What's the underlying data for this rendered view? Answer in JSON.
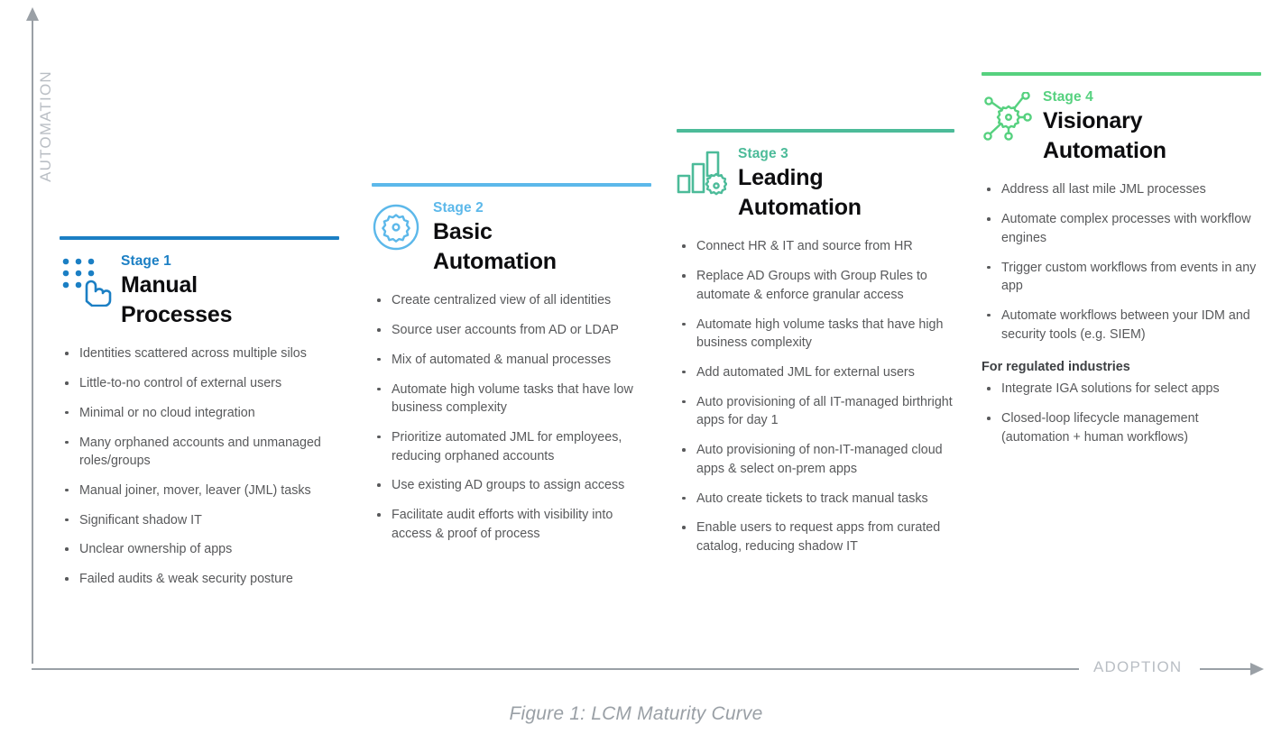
{
  "figure": {
    "caption": "Figure 1: LCM Maturity Curve",
    "y_axis_label": "AUTOMATION",
    "x_axis_label": "ADOPTION"
  },
  "colors": {
    "stage1": "#1b7fc4",
    "stage2": "#5cb8ea",
    "stage3": "#4cbb99",
    "stage4": "#56d17f",
    "axis": "#9aa0a6",
    "axis_label": "#b9bec4",
    "body_text": "#58595b",
    "title_text": "#0d0d0f"
  },
  "chart_data": {
    "type": "diagram",
    "title": "Figure 1: LCM Maturity Curve",
    "xlabel": "ADOPTION",
    "ylabel": "AUTOMATION",
    "stages": [
      {
        "label": "Stage 1",
        "title": "Manual Processes",
        "title_line1": "Manual",
        "title_line2": "Processes",
        "color": "#1b7fc4",
        "icon": "keypad-hand-icon",
        "bullets": [
          "Identities scattered across multiple silos",
          "Little-to-no control of external users",
          "Minimal or no cloud integration",
          "Many orphaned accounts and unmanaged roles/groups",
          "Manual joiner, mover, leaver (JML) tasks",
          "Significant shadow IT",
          "Unclear ownership of apps",
          "Failed audits & weak security posture"
        ]
      },
      {
        "label": "Stage 2",
        "title": "Basic Automation",
        "title_line1": "Basic",
        "title_line2": "Automation",
        "color": "#5cb8ea",
        "icon": "gear-circle-icon",
        "bullets": [
          "Create centralized view of all identities",
          "Source user accounts from AD or LDAP",
          "Mix of automated & manual processes",
          "Automate high volume tasks that have low business complexity",
          "Prioritize automated JML for employees, reducing orphaned accounts",
          "Use existing AD groups to assign access",
          "Facilitate audit efforts with visibility into access & proof of process"
        ]
      },
      {
        "label": "Stage 3",
        "title": "Leading Automation",
        "title_line1": "Leading",
        "title_line2": "Automation",
        "color": "#4cbb99",
        "icon": "bar-chart-gear-icon",
        "bullets": [
          "Connect HR & IT and source from HR",
          "Replace AD Groups with Group Rules to automate & enforce granular access",
          "Automate high volume tasks that have high business complexity",
          "Add automated JML for external users",
          "Auto provisioning of all IT-managed birthright apps for day 1",
          "Auto provisioning of non-IT-managed cloud apps & select on-prem apps",
          "Auto create tickets to track manual tasks",
          "Enable users to request apps from curated catalog, reducing shadow IT"
        ]
      },
      {
        "label": "Stage 4",
        "title": "Visionary Automation",
        "title_line1": "Visionary",
        "title_line2": "Automation",
        "color": "#56d17f",
        "icon": "network-gear-icon",
        "bullets": [
          "Address all last mile JML processes",
          "Automate complex processes with workflow engines",
          "Trigger custom workflows from events in any app",
          "Automate workflows between your IDM and security tools (e.g. SIEM)"
        ],
        "subsection": {
          "heading": "For regulated industries",
          "bullets": [
            "Integrate IGA solutions for select apps",
            "Closed-loop lifecycle management (automation + human workflows)"
          ]
        }
      }
    ]
  }
}
